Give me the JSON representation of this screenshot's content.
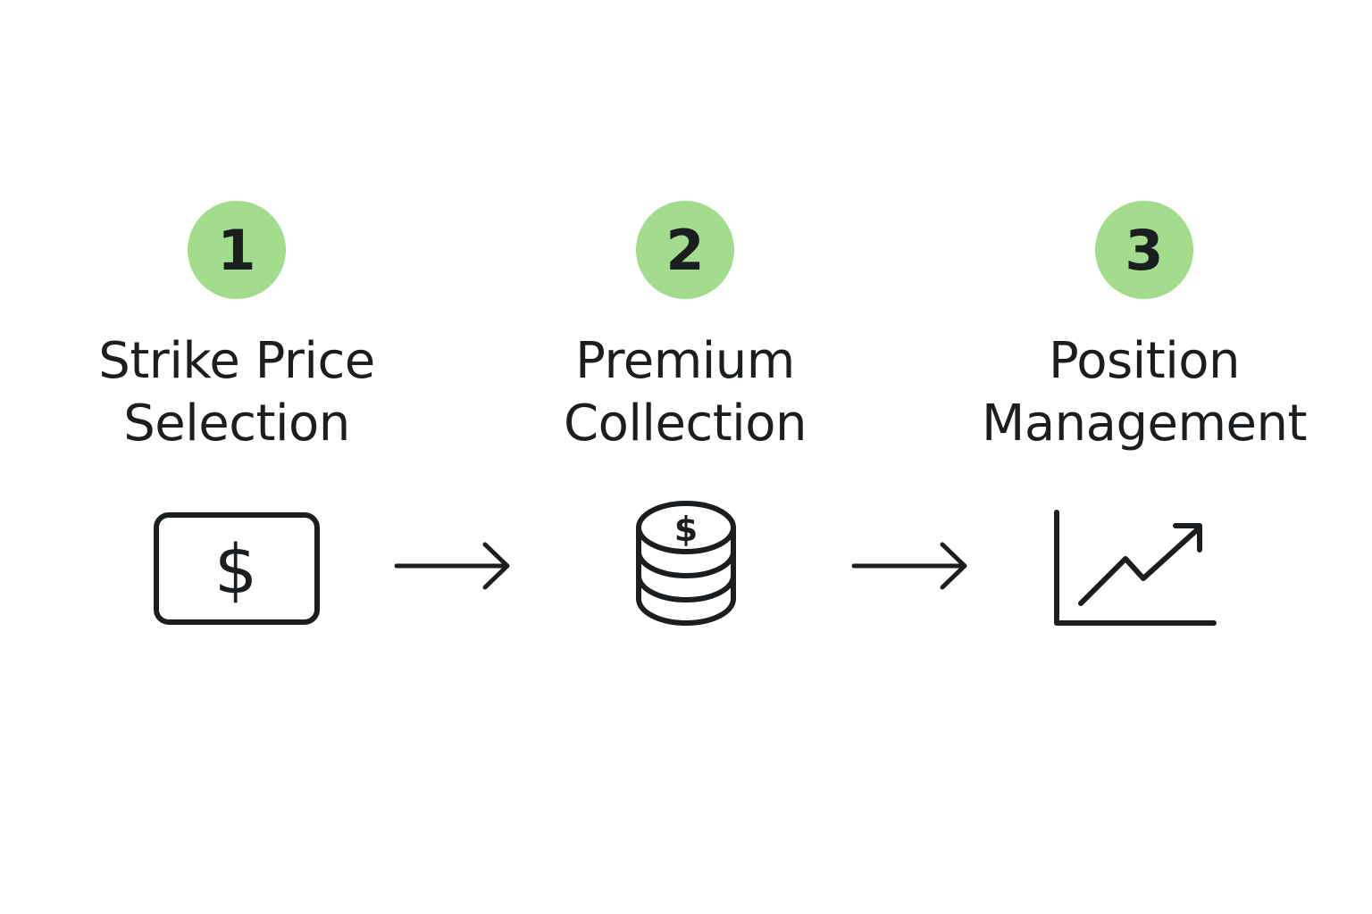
{
  "colors": {
    "badge_fill": "#a2dc8c",
    "ink": "#1b1e20",
    "background": "#ffffff"
  },
  "steps": [
    {
      "number": "1",
      "title_line1": "Strike Price",
      "title_line2": "Selection",
      "icon": "banknote-dollar-icon",
      "icon_text": "$"
    },
    {
      "number": "2",
      "title_line1": "Premium",
      "title_line2": "Collection",
      "icon": "coin-stack-dollar-icon",
      "icon_text": "$"
    },
    {
      "number": "3",
      "title_line1": "Position",
      "title_line2": "Management",
      "icon": "trending-up-chart-icon"
    }
  ],
  "connectors": [
    {
      "from": "1",
      "to": "2",
      "icon": "arrow-right-icon"
    },
    {
      "from": "2",
      "to": "3",
      "icon": "arrow-right-icon"
    }
  ]
}
